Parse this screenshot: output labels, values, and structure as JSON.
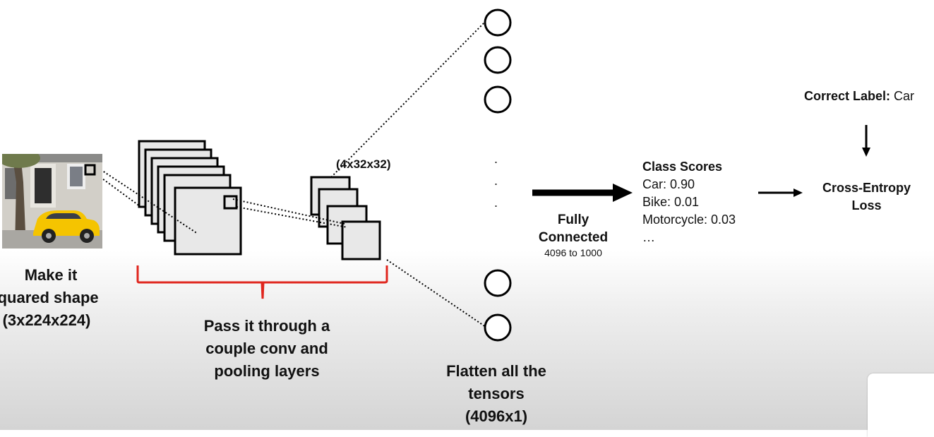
{
  "input": {
    "caption_lines": [
      "Make it",
      "squared shape",
      "(3x224x224)"
    ]
  },
  "conv_stage": {
    "label_lines": [
      "Pass it through a",
      "couple conv and",
      "pooling layers"
    ],
    "pool_dims": "(4x32x32)"
  },
  "flatten": {
    "dots": ".",
    "label_lines": [
      "Flatten all the",
      "tensors",
      "(4096x1)"
    ]
  },
  "fully_connected": {
    "title_lines": [
      "Fully",
      "Connected"
    ],
    "subtitle": "4096 to 1000"
  },
  "class_scores": {
    "title": "Class Scores",
    "items": [
      "Car: 0.90",
      "Bike: 0.01",
      "Motorcycle: 0.03",
      "…"
    ]
  },
  "loss": {
    "lines": [
      "Cross-Entropy",
      "Loss"
    ]
  },
  "correct_label": {
    "key": "Correct Label:",
    "value": "Car"
  },
  "colors": {
    "bracket": "#e0261e",
    "layer_fill": "#e8e8e8",
    "car_yellow": "#f5c400"
  }
}
